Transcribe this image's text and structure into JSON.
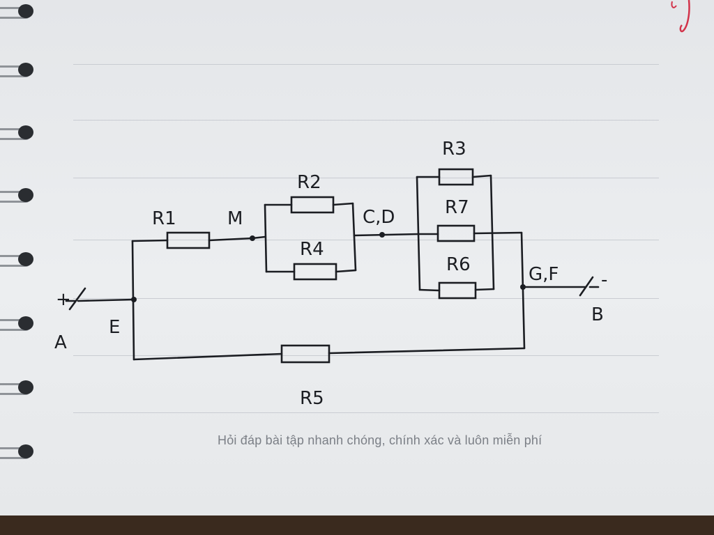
{
  "labels": {
    "r1": "R1",
    "r2": "R2",
    "r3": "R3",
    "r4": "R4",
    "r5": "R5",
    "r6": "R6",
    "r7": "R7",
    "m": "M",
    "cd": "C,D",
    "gf": "G,F",
    "a": "A",
    "b": "B",
    "e": "E",
    "plus": "+",
    "minus": "-"
  },
  "footer_text": "Hỏi đáp bài tập nhanh chóng, chính xác và luôn miễn phí",
  "colors": {
    "ink": "#1b1d22",
    "paper": "#e8eaec",
    "rule": "#c9ccd2",
    "footer": "#7b7f86",
    "red_ink": "#d2334a"
  }
}
